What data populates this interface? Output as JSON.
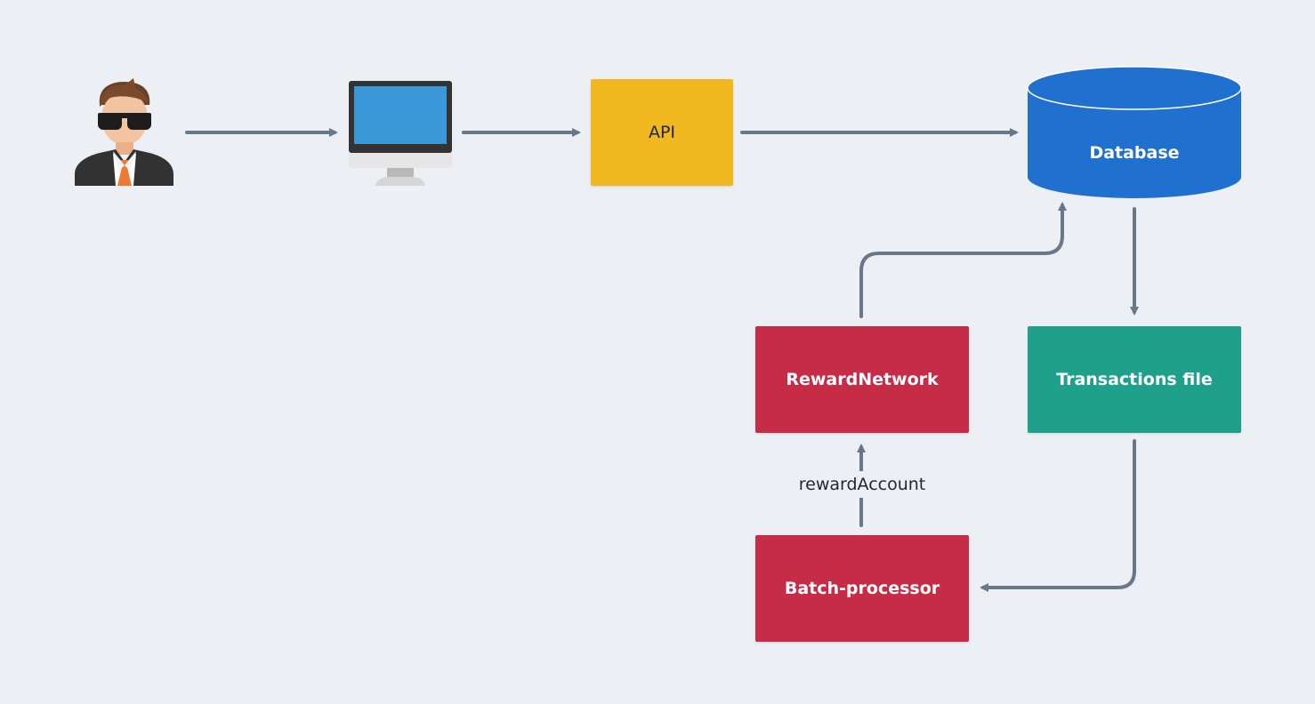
{
  "colors": {
    "background": "#ecf0f4",
    "arrow": "#68788a",
    "api": "#f2b820",
    "database": "#2070d0",
    "red_box": "#c72c47",
    "teal_box": "#1fa08a"
  },
  "icons": {
    "user": "user-with-sunglasses-icon",
    "computer": "desktop-monitor-icon"
  },
  "nodes": {
    "api": "API",
    "database": "Database",
    "reward_network": "RewardNetwork",
    "transactions_file": "Transactions file",
    "batch_processor": "Batch-processor"
  },
  "edges": {
    "reward_account": "rewardAccount"
  }
}
